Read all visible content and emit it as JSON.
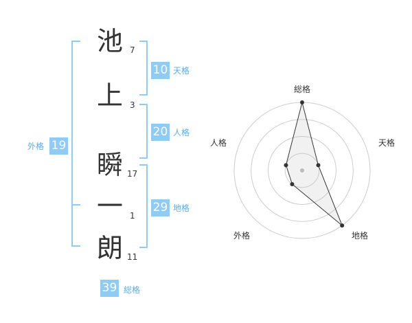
{
  "name": {
    "chars": [
      {
        "char": "池",
        "strokes": "7"
      },
      {
        "char": "上",
        "strokes": "3"
      },
      {
        "char": "瞬",
        "strokes": "17"
      },
      {
        "char": "一",
        "strokes": "1"
      },
      {
        "char": "朗",
        "strokes": "11"
      }
    ]
  },
  "fortune": {
    "tenkaku": {
      "value": "10",
      "label": "天格"
    },
    "jinkaku": {
      "value": "20",
      "label": "人格"
    },
    "chikaku": {
      "value": "29",
      "label": "地格"
    },
    "gaikaku": {
      "value": "19",
      "label": "外格"
    },
    "soukaku": {
      "value": "39",
      "label": "総格"
    }
  },
  "chart_data": {
    "type": "radar",
    "axes": [
      "総格",
      "天格",
      "地格",
      "外格",
      "人格"
    ],
    "values": [
      4,
      1,
      4,
      1,
      1
    ],
    "max": 4,
    "rings": 4
  },
  "colors": {
    "accent": "#8fcbf2",
    "bracket": "#8fcbf2",
    "label": "#5aaee6",
    "text": "#333333"
  }
}
